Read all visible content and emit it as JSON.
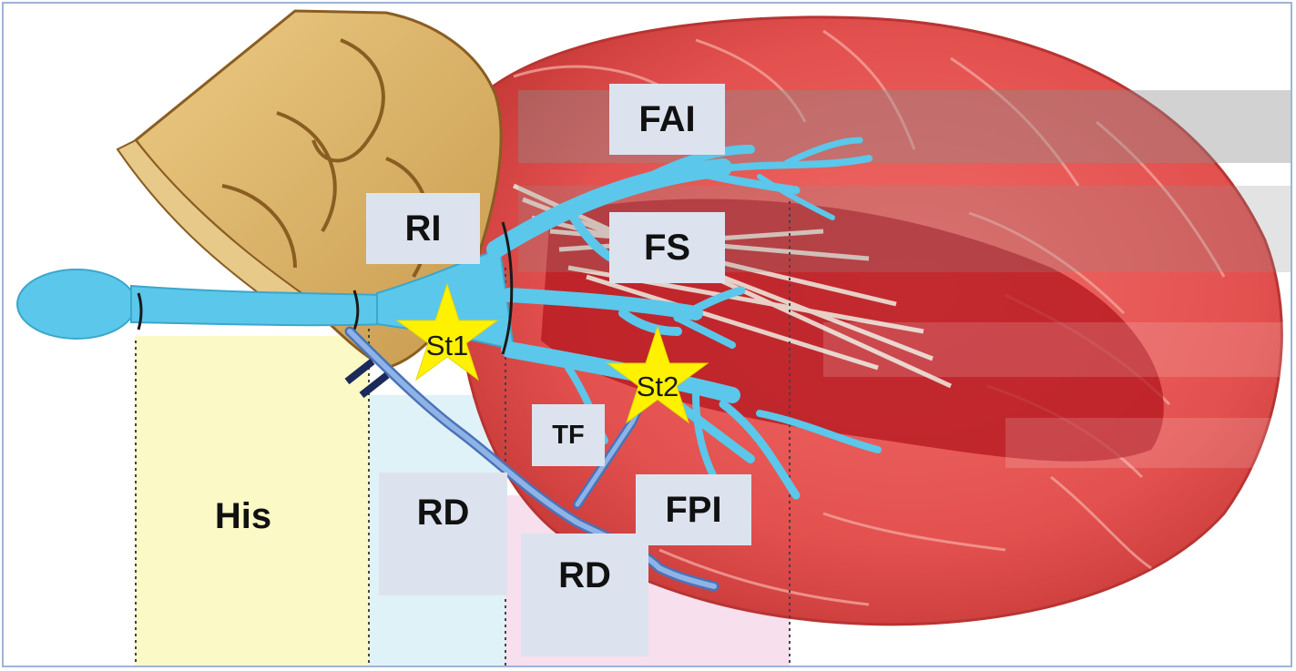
{
  "colors": {
    "conduction": "#5bc7ea",
    "star": "#fff200",
    "label_box": "#dde3ee",
    "his_zone": "#fbf9c6",
    "rd_zone": "#dff2f7",
    "fpi_zone": "#f7dfee",
    "muscle": "#e24b48",
    "valve": "#d9b26a"
  },
  "labels": {
    "fai": "FAI",
    "ri": "RI",
    "fs": "FS",
    "tf": "TF",
    "his": "His",
    "rd_left": "RD",
    "rd_right": "RD",
    "fpi": "FPI"
  },
  "stars": {
    "st1": "St1",
    "st2": "St2"
  }
}
